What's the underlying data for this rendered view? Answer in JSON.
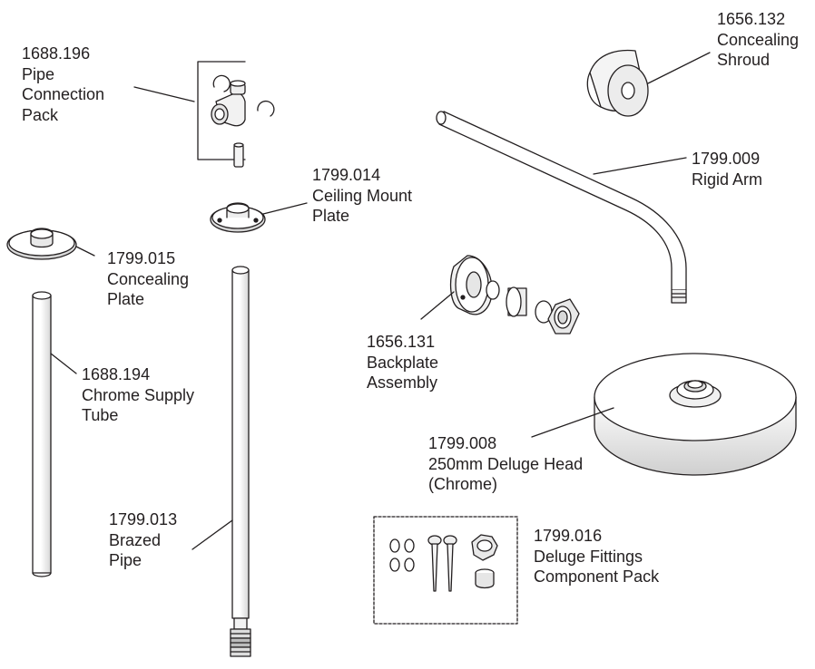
{
  "parts": [
    {
      "code": "1688.196",
      "name_lines": [
        "Pipe",
        "Connection",
        "Pack"
      ]
    },
    {
      "code": "1656.132",
      "name_lines": [
        "Concealing",
        "Shroud"
      ]
    },
    {
      "code": "1799.014",
      "name_lines": [
        "Ceiling Mount",
        "Plate"
      ]
    },
    {
      "code": "1799.009",
      "name_lines": [
        "Rigid Arm"
      ]
    },
    {
      "code": "1799.015",
      "name_lines": [
        "Concealing",
        "Plate"
      ]
    },
    {
      "code": "1656.131",
      "name_lines": [
        "Backplate",
        "Assembly"
      ]
    },
    {
      "code": "1688.194",
      "name_lines": [
        "Chrome Supply",
        "Tube"
      ]
    },
    {
      "code": "1799.008",
      "name_lines": [
        "250mm Deluge Head",
        "(Chrome)"
      ]
    },
    {
      "code": "1799.013",
      "name_lines": [
        "Brazed",
        "Pipe"
      ]
    },
    {
      "code": "1799.016",
      "name_lines": [
        "Deluge Fittings",
        "Component Pack"
      ]
    }
  ],
  "colors": {
    "line": "#231f20",
    "fill": "#ffffff"
  }
}
